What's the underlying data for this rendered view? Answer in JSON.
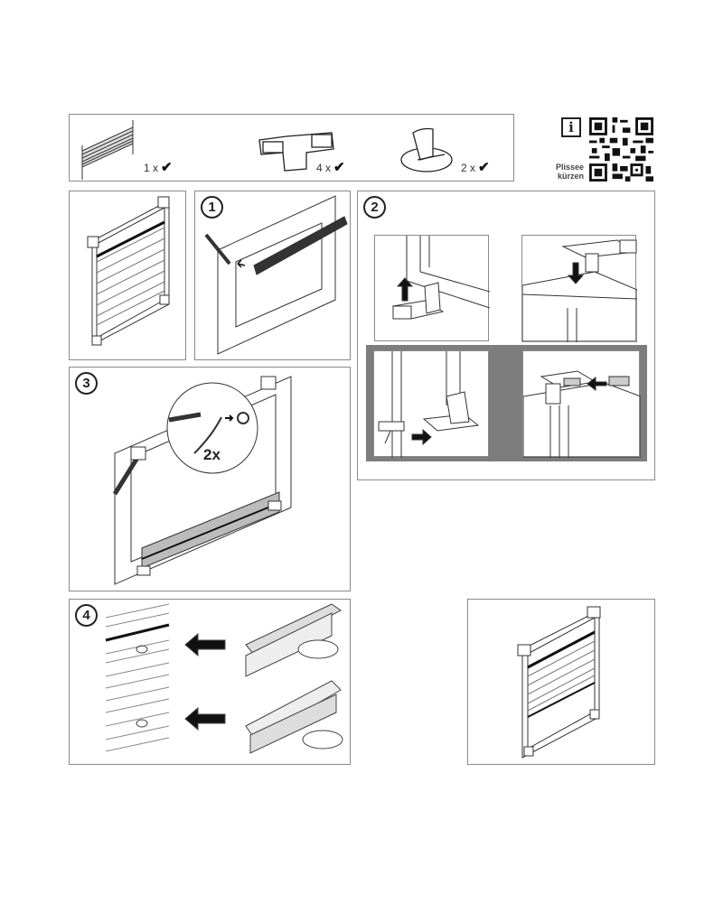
{
  "parts": [
    {
      "name": "pleated-blind",
      "quantity": "1 x",
      "check": "✔"
    },
    {
      "name": "clamp-bracket",
      "quantity": "4 x",
      "check": "✔"
    },
    {
      "name": "cord-holder",
      "quantity": "2 x",
      "check": "✔"
    }
  ],
  "info": {
    "icon_label": "i",
    "qr_caption_line1": "Plissee",
    "qr_caption_line2": "kürzen"
  },
  "steps": [
    {
      "number": "1"
    },
    {
      "number": "2"
    },
    {
      "number": "3",
      "callout": "2x"
    },
    {
      "number": "4"
    }
  ]
}
